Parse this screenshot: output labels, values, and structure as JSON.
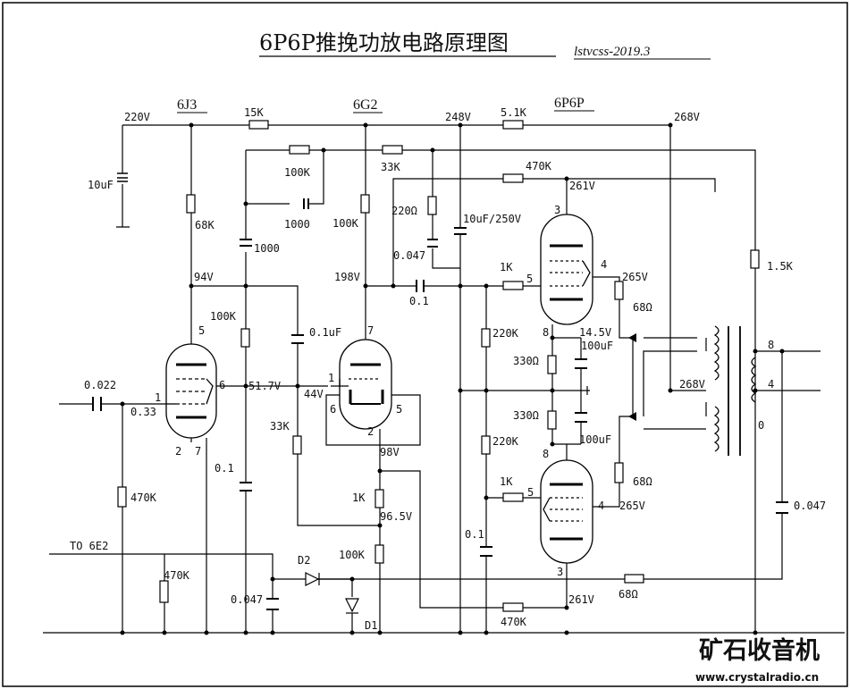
{
  "title": "6P6P推挽功放电路原理图",
  "author": "lstvcss-2019.3",
  "tubes": {
    "v1": "6J3",
    "v2": "6G2",
    "v3": "6P6P"
  },
  "voltages": {
    "b220": "220V",
    "b248": "248V",
    "b268": "268V",
    "b268b": "268V",
    "a94": "94V",
    "a198": "198V",
    "p261": "261V",
    "p261b": "261V",
    "g265": "265V",
    "g265b": "265V",
    "k145": "14.5V",
    "k517": "51.7V",
    "k44": "44V",
    "c98": "98V",
    "c965": "96.5V"
  },
  "components": {
    "r15k": "15K",
    "r51k": "5.1K",
    "r100k_fb": "100K",
    "c1000_fb": "1000",
    "r33k_top": "33K",
    "r470k_top": "470K",
    "c10uf": "10uF",
    "r68k": "68K",
    "c1000": "1000",
    "r100k_v2": "100K",
    "r220": "220Ω",
    "c10uf250": "10uF/250V",
    "c047_a": "0.047",
    "r15k_out": "1.5K",
    "r100k_a": "100K",
    "c01uf": "0.1uF",
    "c01_b": "0.1",
    "r1k_g1": "1K",
    "r220k_1": "220K",
    "r68_a": "68Ω",
    "r330_a": "330Ω",
    "c100uf_a": "100uF",
    "r330_b": "330Ω",
    "c100uf_b": "100uF",
    "r220k_2": "220K",
    "r68_b": "68Ω",
    "c0022": "0.022",
    "v033": "0.33",
    "r33k_b": "33K",
    "c01_a": "0.1",
    "r470k_in": "470K",
    "r1k_k": "1K",
    "r1k_g2": "1K",
    "c01_c": "0.1",
    "r100k_k": "100K",
    "to6e2": "TO 6E2",
    "r470k_e": "470K",
    "d2": "D2",
    "c047_b": "0.047",
    "d1": "D1",
    "r470k_bot": "470K",
    "r68_out": "68Ω",
    "c047_out": "0.047"
  },
  "pins": {
    "p5": "5",
    "p6": "6",
    "p1": "1",
    "p2": "2",
    "p7": "7",
    "q7": "7",
    "q1": "1",
    "q6": "6",
    "q5": "5",
    "q2": "2",
    "t3": "3",
    "t4": "4",
    "t5": "5",
    "t8": "8",
    "u8": "8",
    "u5": "5",
    "u4": "4",
    "u3": "3",
    "o8": "8",
    "o4": "4",
    "o0": "0"
  },
  "watermark": {
    "brand": "矿石收音机",
    "url": "www.crystalradio.cn"
  }
}
